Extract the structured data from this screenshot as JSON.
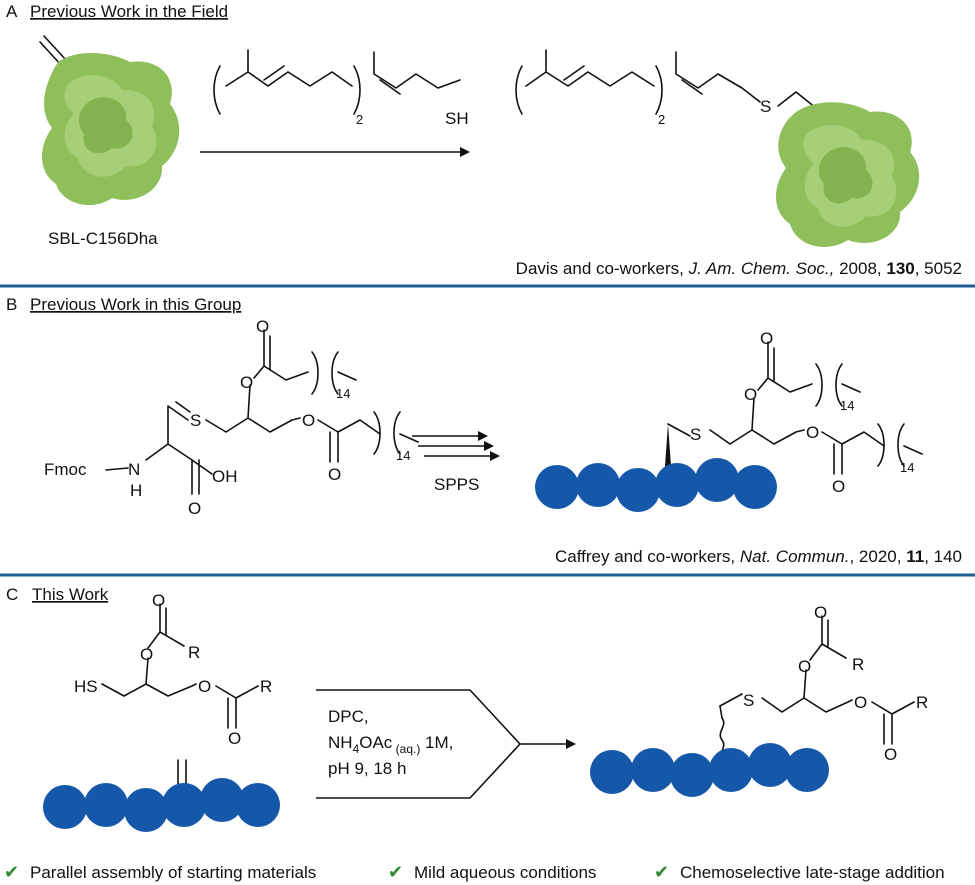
{
  "colors": {
    "divider": "#1f5f94",
    "bead": "#1557a8",
    "protein": "#8fbf5a",
    "check": "#2e8b2e"
  },
  "sectionA": {
    "letter": "A",
    "heading": "Previous Work in the Field",
    "protein_label": "SBL-C156Dha",
    "reagent_sh": "SH",
    "reagent_sub": "2",
    "product_s": "S",
    "product_sub": "2",
    "ref_authors": "Davis and co-workers, ",
    "ref_journal": "J. Am. Chem. Soc.,",
    "ref_year": " 2008, ",
    "ref_vol": "130",
    "ref_page": ", 5052"
  },
  "sectionB": {
    "letter": "B",
    "heading": "Previous Work in this Group",
    "fmoc": "Fmoc",
    "n": "N",
    "h": "H",
    "oh": "OH",
    "o_acid": "O",
    "s": "S",
    "o_ester1": "O",
    "o_carbonyl1": "O",
    "o_ester2": "O",
    "o_carbonyl2": "O",
    "sub14a": "14",
    "sub14b": "14",
    "arrow_label": "SPPS",
    "p_s": "S",
    "p_o_ester1": "O",
    "p_o_carbonyl1": "O",
    "p_o_ester2": "O",
    "p_o_carbonyl2": "O",
    "p_sub14a": "14",
    "p_sub14b": "14",
    "ref_authors": "Caffrey and co-workers, ",
    "ref_journal": "Nat. Commun.",
    "ref_year": ", 2020, ",
    "ref_vol": "11",
    "ref_page": ", 140"
  },
  "sectionC": {
    "letter": "C",
    "heading": "This Work",
    "hs": "HS",
    "o_ester1": "O",
    "o_carbonyl1": "O",
    "r1": "R",
    "o_ester2": "O",
    "o_carbonyl2": "O",
    "r2": "R",
    "cond1": "DPC,",
    "cond2a": "NH",
    "cond2b": "4",
    "cond2c": "OAc",
    "cond2d": " (aq.)",
    "cond2e": " 1M,",
    "cond3": "pH 9, 18 h",
    "p_s": "S",
    "p_o_ester1": "O",
    "p_o_carbonyl1": "O",
    "p_r1": "R",
    "p_o_ester2": "O",
    "p_o_carbonyl2": "O",
    "p_r2": "R"
  },
  "features": [
    {
      "check": "✔",
      "label": "Parallel assembly of starting materials"
    },
    {
      "check": "✔",
      "label": "Mild aqueous conditions"
    },
    {
      "check": "✔",
      "label": "Chemoselective late-stage addition"
    }
  ]
}
